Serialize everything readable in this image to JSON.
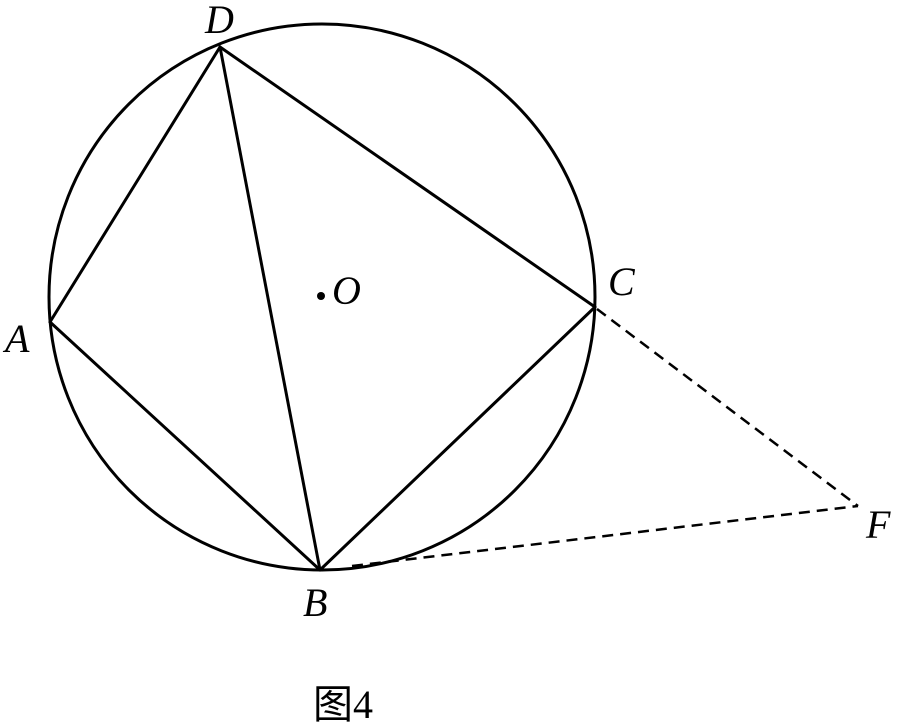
{
  "figure": {
    "points": {
      "A": "A",
      "B": "B",
      "C": "C",
      "D": "D",
      "F": "F",
      "O": "O"
    },
    "caption": "图4",
    "segments": [
      "AD",
      "DB",
      "DC",
      "AB",
      "BC"
    ],
    "dashed_segments": [
      "CF",
      "BF"
    ],
    "circle_center": "O"
  }
}
